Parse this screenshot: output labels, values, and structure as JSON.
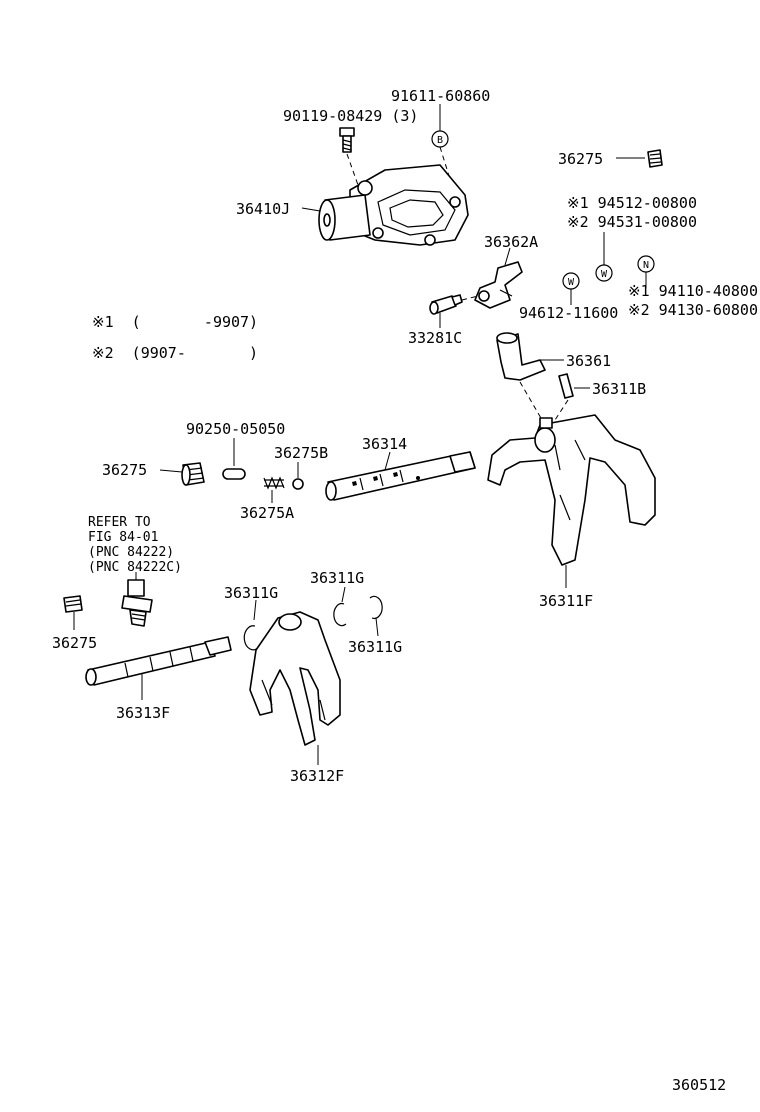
{
  "labels": {
    "p91611": "91611-60860",
    "p90119": "90119-08429 (3)",
    "p36275_top": "36275",
    "p36410J": "36410J",
    "n1_94512": "※1 94512-00800",
    "n2_94531": "※2 94531-00800",
    "p36362A": "36362A",
    "n1_94110": "※1 94110-40800",
    "n2_94130": "※2 94130-60800",
    "p94612": "94612-11600",
    "p33281C": "33281C",
    "p36361": "36361",
    "p36311B": "36311B",
    "p90250": "90250-05050",
    "p36275B": "36275B",
    "p36314": "36314",
    "p36275_mid": "36275",
    "p36275A": "36275A",
    "p36311F": "36311F",
    "p36311G_a": "36311G",
    "p36311G_b": "36311G",
    "p36311G_c": "36311G",
    "p36275_low": "36275",
    "p36313F": "36313F",
    "p36312F": "36312F"
  },
  "markers": {
    "B": "B",
    "W1": "W",
    "W2": "W",
    "N": "N"
  },
  "notes": {
    "line1": "※1  (       -9907)",
    "line2": "※2  (9907-       )"
  },
  "refer": {
    "line1": "REFER TO",
    "line2": "FIG 84-01",
    "line3": "(PNC 84222)",
    "line4": "(PNC 84222C)"
  },
  "figure_id": "360512"
}
